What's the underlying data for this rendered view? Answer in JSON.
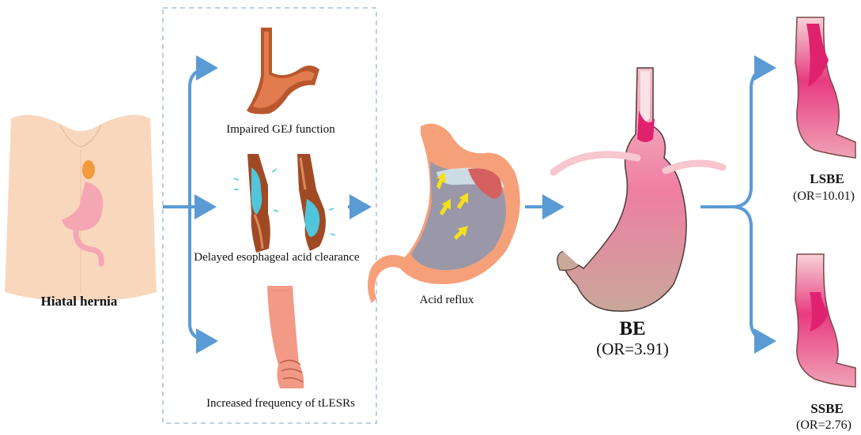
{
  "labels": {
    "hiatal_hernia": "Hiatal hernia",
    "impaired_gej": "Impaired GEJ function",
    "delayed_clearance": "Delayed esophageal acid clearance",
    "increased_tlesrs": "Increased frequency of tLESRs",
    "acid_reflux": "Acid reflux",
    "be": "BE",
    "be_or": "(OR=3.91)",
    "lsbe": "LSBE",
    "lsbe_or": "(OR=10.01)",
    "ssbe": "SSBE",
    "ssbe_or": "(OR=2.76)"
  },
  "colors": {
    "arrow": "#5b9bd5",
    "dashed_box": "#a9bfdc",
    "skin": "#f9d7bd",
    "stomach_pink": "#f3a9b9",
    "mucosa_magenta": "#e0226e",
    "acid_blue": "#4fc6dc",
    "reflux_arrow": "#f4e11a"
  }
}
